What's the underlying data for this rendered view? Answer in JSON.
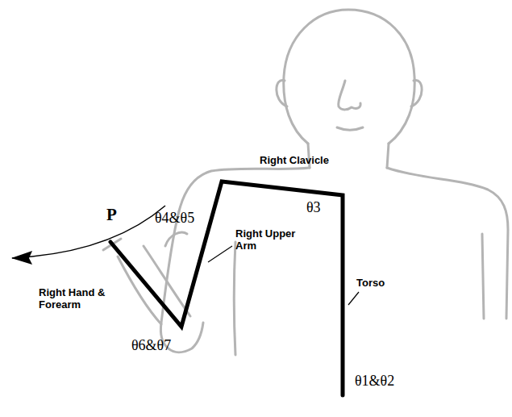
{
  "diagram": {
    "labels": [
      "P",
      "θ4&θ5",
      "Right Clavicle",
      "θ3",
      "Right Upper Arm",
      "Torso",
      "Right Hand & Forearm",
      "θ6&θ7",
      "θ1&θ2"
    ]
  }
}
